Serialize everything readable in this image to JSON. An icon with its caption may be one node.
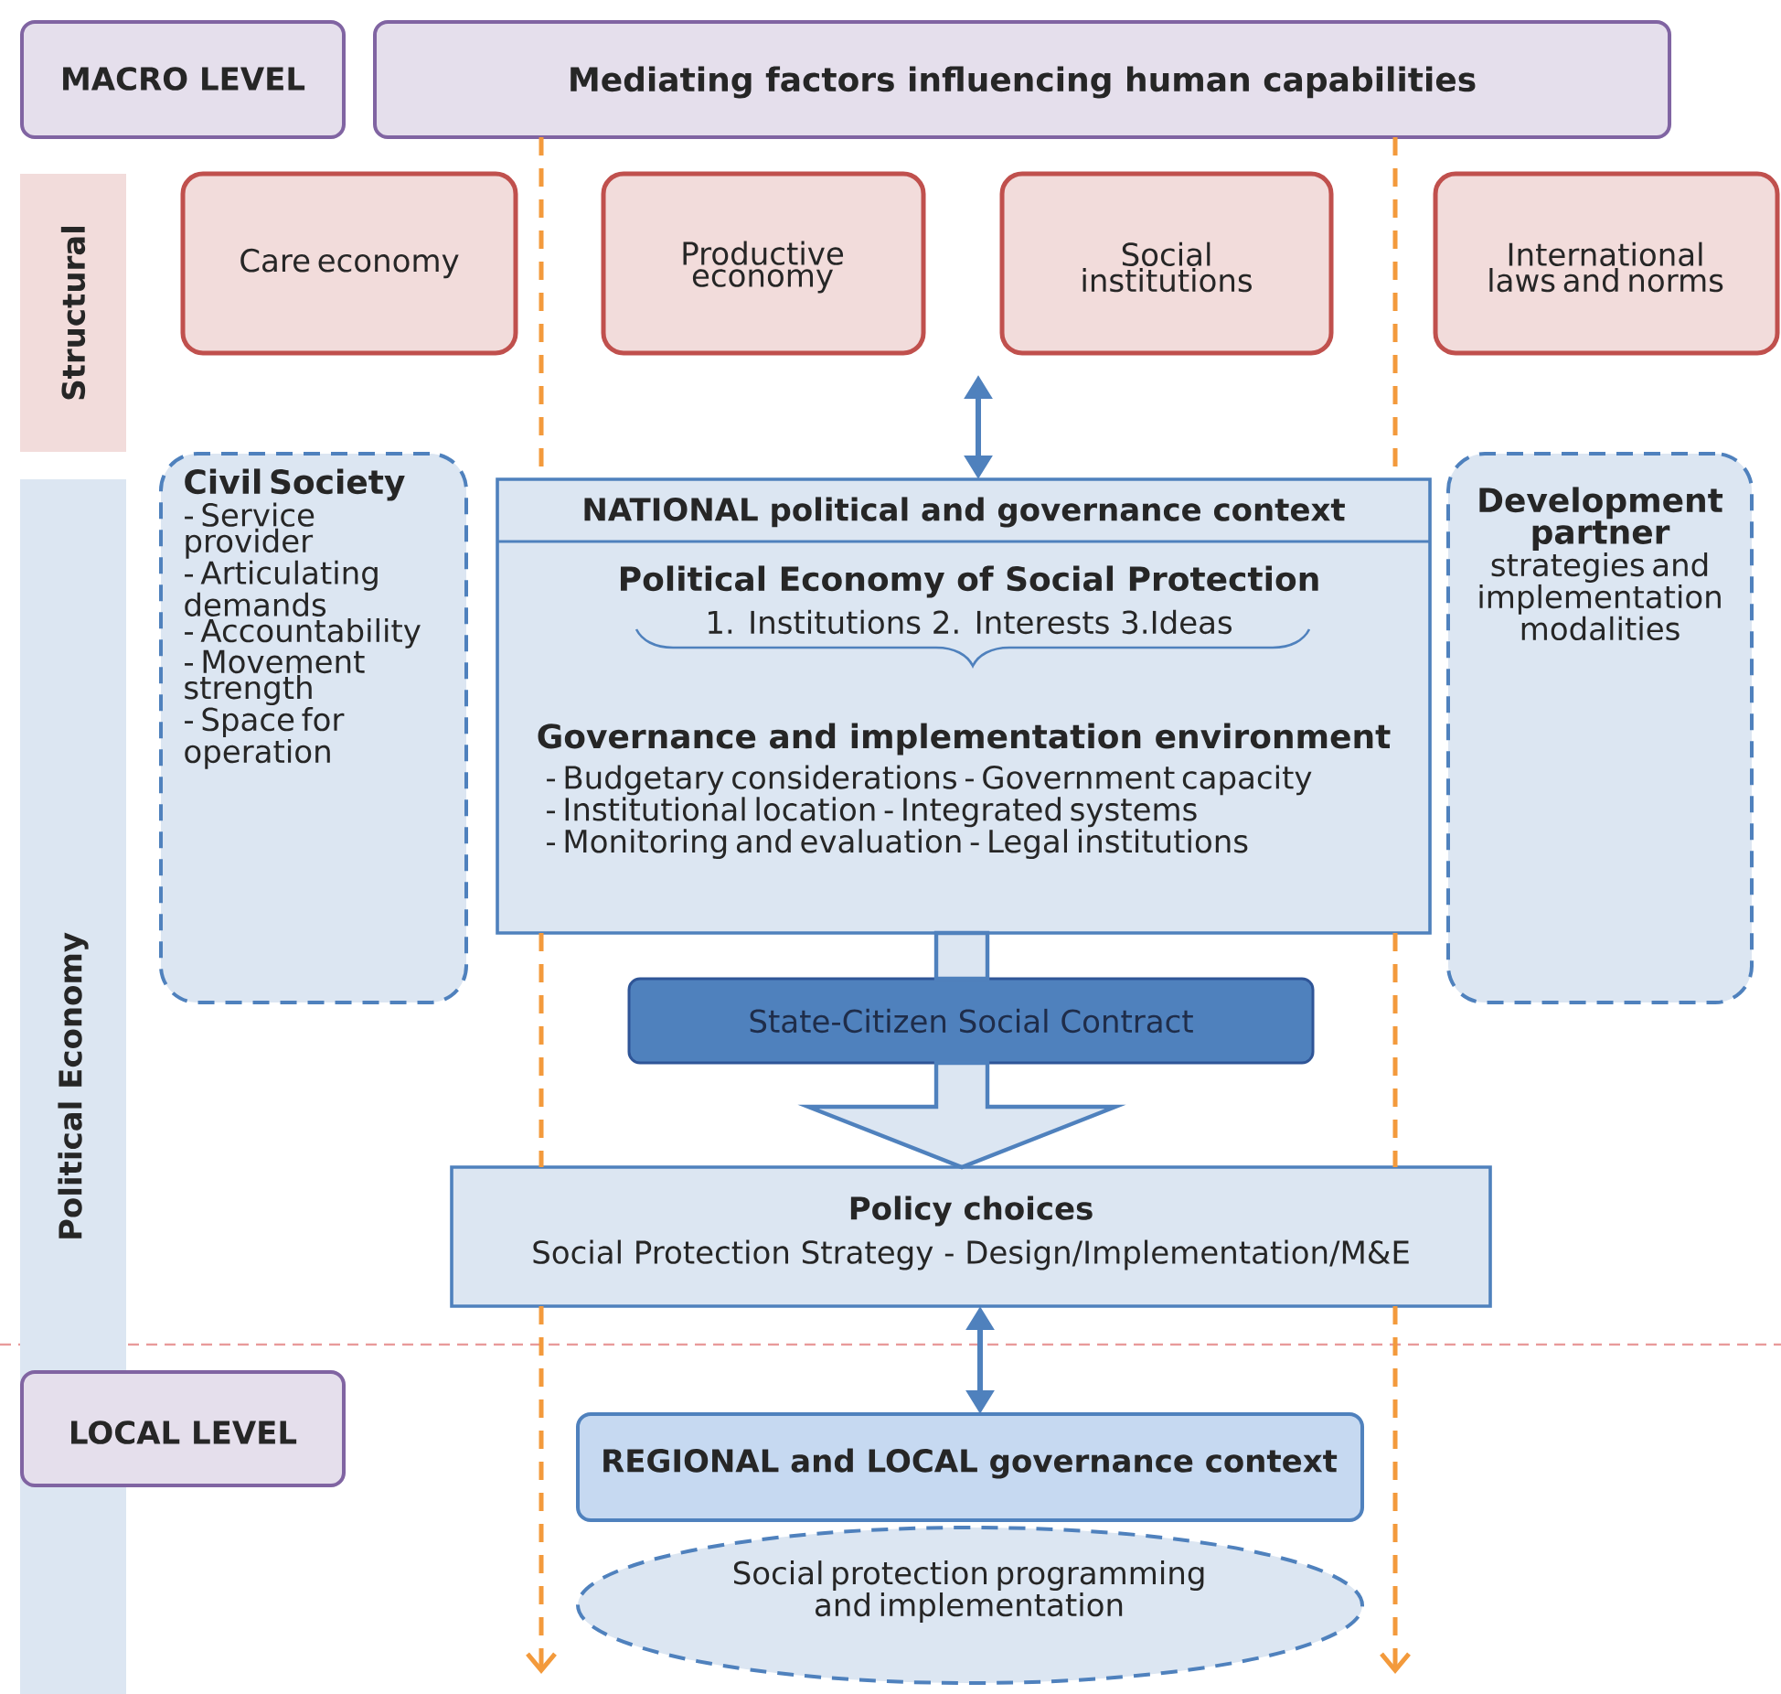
{
  "diagram": {
    "nodes": [
      {
        "text": [
          "MACRO LEVEL"
        ]
      },
      {
        "text": [
          "Mediating factors influencing human capabilities"
        ]
      },
      {
        "text": [
          "Structural"
        ]
      },
      {
        "text": [
          "Care economy"
        ]
      },
      {
        "text": [
          "Productive economy"
        ]
      },
      {
        "text": [
          "Social institutions"
        ]
      },
      {
        "text": [
          "International laws and norms"
        ]
      },
      {
        "text": [
          "Political Economy"
        ]
      },
      {
        "text": [
          "Civil Society",
          "- Service provider",
          "- Articulating demands",
          "- Accountability",
          "- Movement strength",
          "- Space for operation"
        ]
      },
      {
        "text": [
          "NATIONAL political and governance context",
          "Political Economy of Social Protection",
          "1. Institutions 2. Interests 3.Ideas",
          "Governance and implementation environment",
          "- Budgetary considerations - Government capacity",
          "- Institutional location - Integrated systems",
          "- Monitoring and evaluation - Legal institutions"
        ]
      },
      {
        "text": [
          "Development partner",
          "strategies and implementation modalities"
        ]
      },
      {
        "text": [
          "State-Citizen Social Contract"
        ]
      },
      {
        "text": [
          "Policy choices",
          "Social Protection Strategy - Design/Implementation/M&E"
        ]
      },
      {
        "text": [
          "LOCAL LEVEL"
        ]
      },
      {
        "text": [
          "REGIONAL and LOCAL governance context"
        ]
      },
      {
        "text": [
          "Social protection programming and implementation"
        ]
      }
    ],
    "edges": [
      {
        "from": null,
        "to": 9,
        "arrow": "both"
      },
      {
        "from": 9,
        "to": 12,
        "arrow": "to",
        "style": "thick"
      },
      {
        "from": 12,
        "to": 14,
        "arrow": "both"
      },
      {
        "from": 1,
        "to": null,
        "arrow": "to",
        "style": "dashed",
        "color": "#f39a3c"
      },
      {
        "from": 1,
        "to": null,
        "arrow": "to",
        "style": "dashed",
        "color": "#f39a3c"
      }
    ]
  }
}
